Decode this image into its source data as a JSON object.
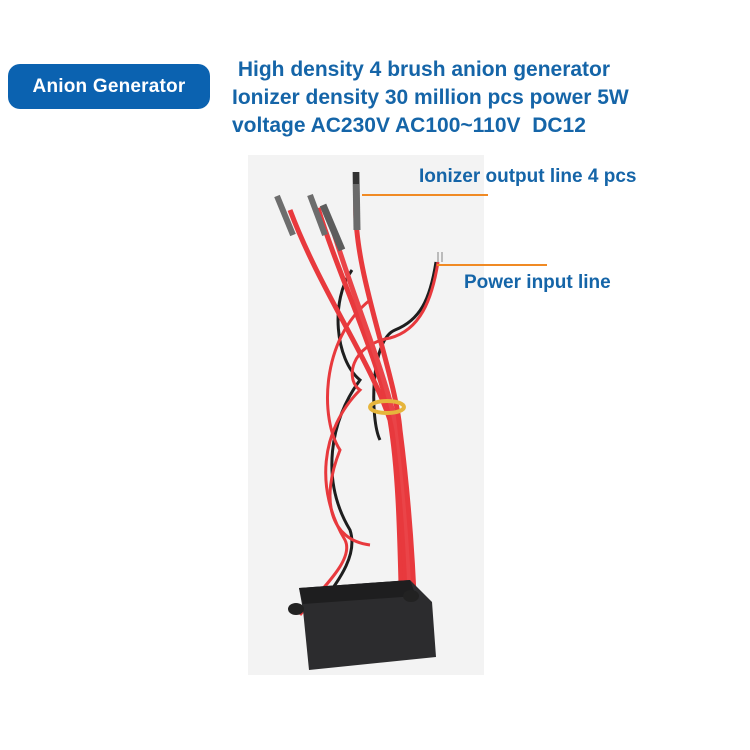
{
  "badge": {
    "label": "Anion Generator",
    "color": "#0b62b0"
  },
  "headline": {
    "lines": [
      " High density 4 brush anion generator",
      "Ionizer density 30 million pcs power 5W",
      "voltage AC230V AC100~110V  DC12"
    ],
    "color": "#1565a8"
  },
  "callouts": {
    "ionizer_output": {
      "label": "Ionizer output line 4 pcs"
    },
    "power_input": {
      "label": "Power input line"
    },
    "leader_color": "#f08a24"
  },
  "product_image": {
    "icon": "anion-generator-photo",
    "wire_color": "#e8393d",
    "box_color": "#2c2c2e"
  }
}
